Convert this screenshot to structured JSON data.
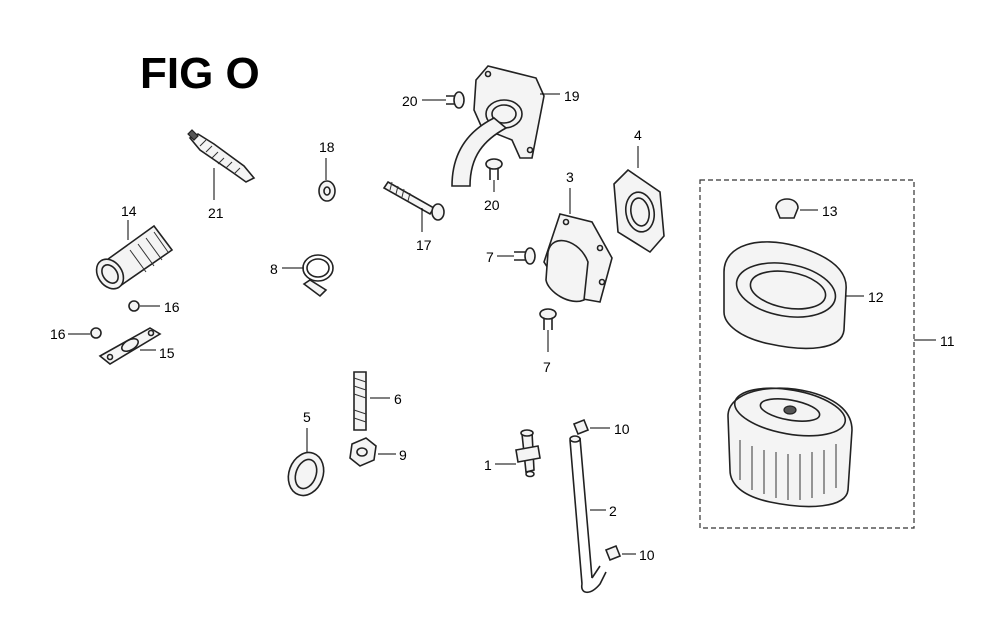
{
  "figure": {
    "title": "FIG O"
  },
  "callouts": {
    "c1": "1",
    "c2": "2",
    "c3": "3",
    "c4": "4",
    "c5": "5",
    "c6": "6",
    "c7a": "7",
    "c7b": "7",
    "c8": "8",
    "c9": "9",
    "c10a": "10",
    "c10b": "10",
    "c11": "11",
    "c12": "12",
    "c13": "13",
    "c14": "14",
    "c15": "15",
    "c16a": "16",
    "c16b": "16",
    "c17": "17",
    "c18": "18",
    "c19": "19",
    "c20a": "20",
    "c20b": "20",
    "c21": "21"
  },
  "icons": {
    "part_1": "fitting-icon",
    "part_2": "tube-icon",
    "part_3": "cover-icon",
    "part_4": "gasket-ring-icon",
    "part_5": "washer-icon",
    "part_6": "stud-icon",
    "part_7": "screw-icon",
    "part_8": "clamp-icon",
    "part_9": "nut-icon",
    "part_10": "clip-icon",
    "part_11": "filter-assembly-icon",
    "part_12": "foam-element-icon",
    "part_13": "grommet-icon",
    "part_14": "intake-pipe-icon",
    "part_15": "gasket-plate-icon",
    "part_16": "nut-icon",
    "part_17": "bolt-icon",
    "part_18": "washer-icon",
    "part_19": "elbow-icon",
    "part_20": "screw-icon",
    "part_21": "spark-plug-icon"
  },
  "colors": {
    "line": "#222222",
    "background": "#ffffff"
  }
}
